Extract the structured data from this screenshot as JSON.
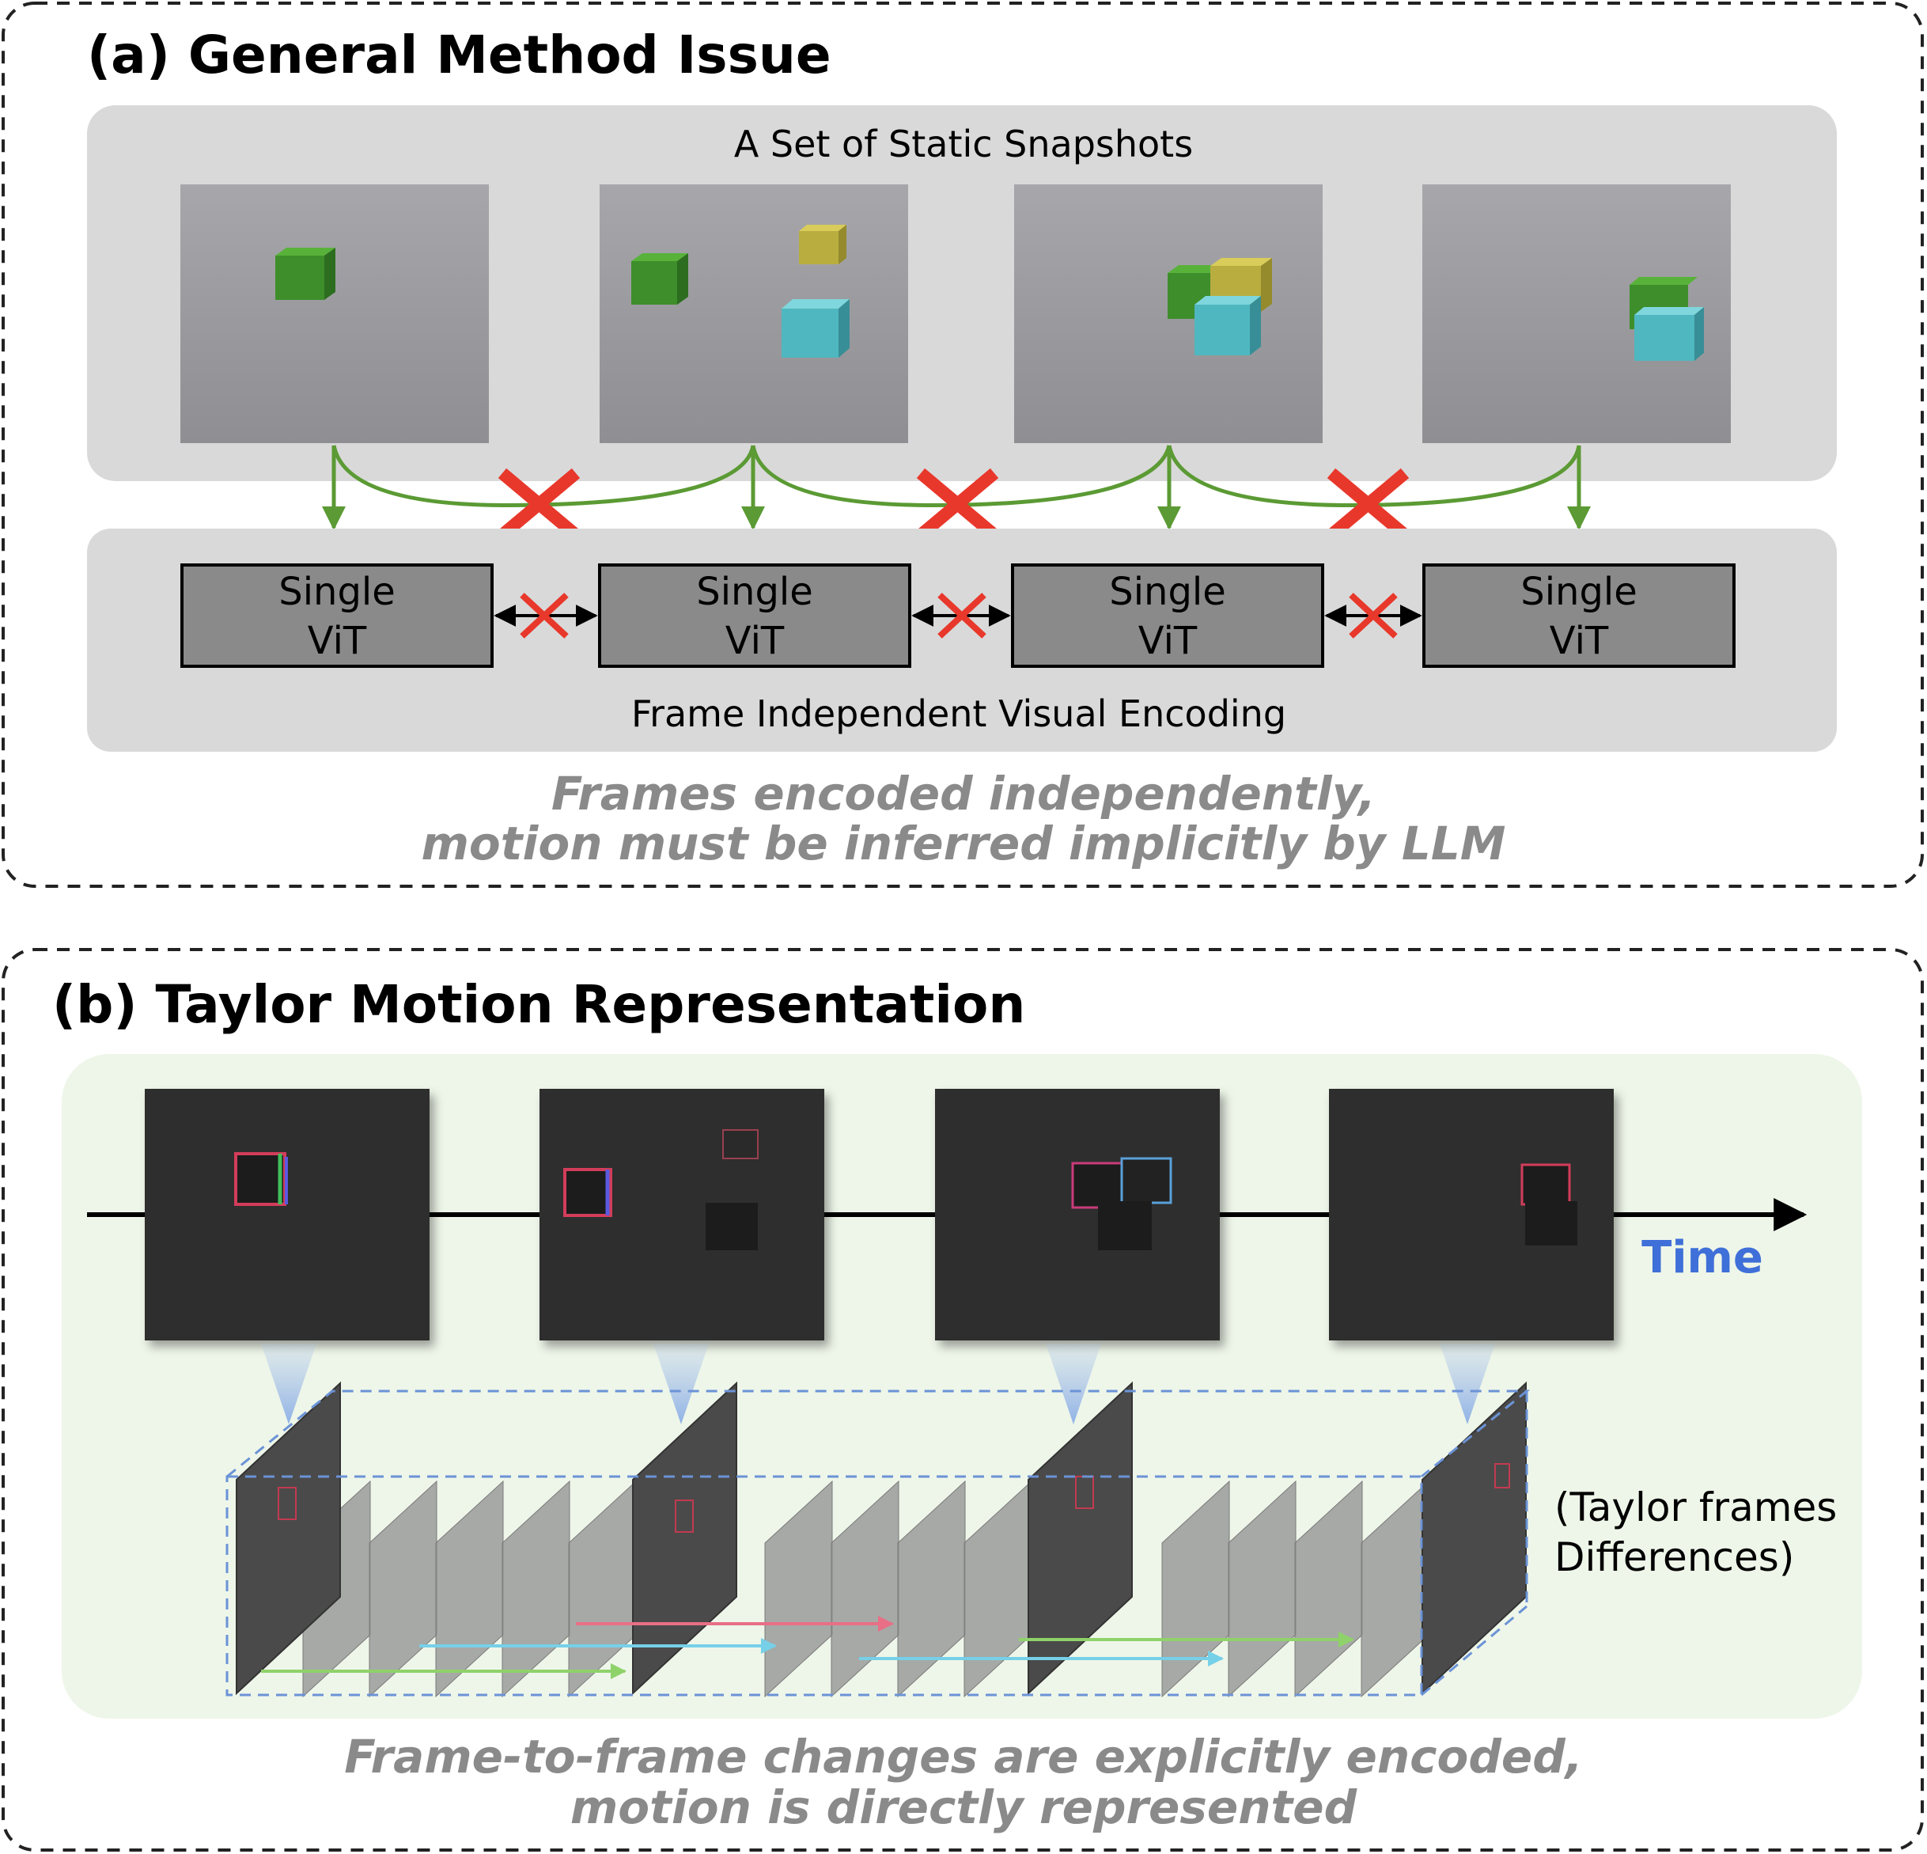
{
  "panel_a": {
    "title": "(a) General Method Issue",
    "snapshots_label": "A Set of Static Snapshots",
    "encoder_lines": [
      "Single",
      "ViT"
    ],
    "encoding_label": "Frame Independent Visual Encoding",
    "caption_line1": "Frames encoded independently,",
    "caption_line2": "motion must be inferred implicitly by LLM"
  },
  "panel_b": {
    "title": "(b) Taylor Motion Representation",
    "time_label": "Time",
    "side_line1": "(Taylor frames",
    "side_line2": "Differences)",
    "caption_line1": "Frame-to-frame changes are explicitly encoded,",
    "caption_line2": "motion is directly represented"
  },
  "colors": {
    "green_arrow": "#5b9a34",
    "red_cross": "#e8382b",
    "time_blue": "#3f6fd8",
    "caption_gray": "#8a8a8a",
    "panel_a_bg": "#d9d9d9",
    "panel_b_bg": "#eef6e9",
    "encoder_fill": "#8a8a8a",
    "stack_dash": "#6b93d6",
    "motion_pink": "#e86f86",
    "motion_cyan": "#76d0e8",
    "motion_green": "#8fd26a"
  }
}
